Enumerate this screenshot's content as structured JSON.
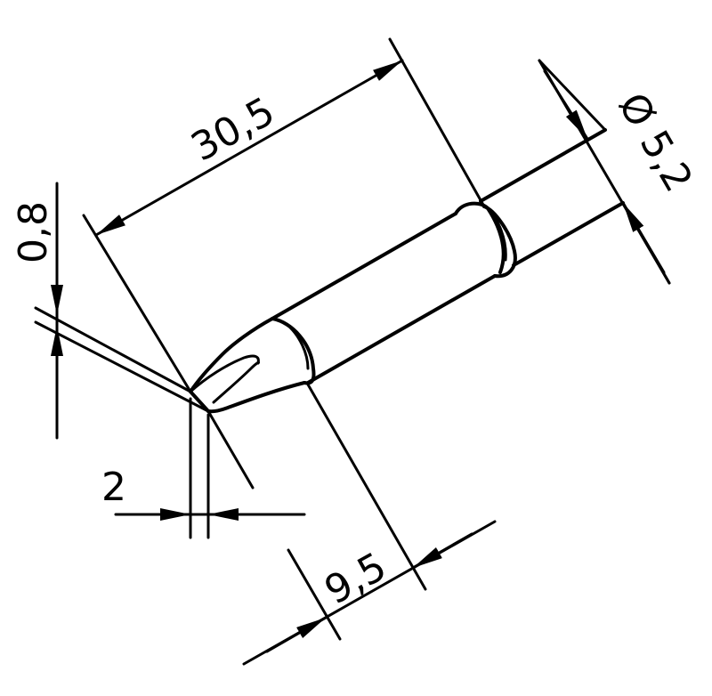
{
  "dimensions": {
    "tip_width": "0,8",
    "length": "30,5",
    "diameter": "Ø 5,2",
    "tip_length": "9,5",
    "blade_width": "2"
  },
  "colors": {
    "ink": "#000000",
    "background": "#ffffff"
  }
}
